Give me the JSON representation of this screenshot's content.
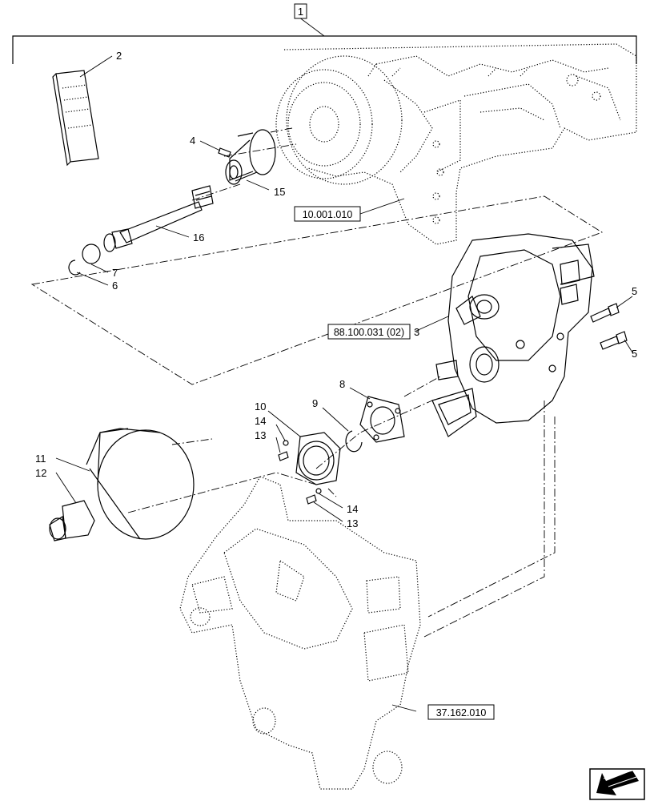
{
  "diagram": {
    "group_label": "1",
    "reference_boxes": {
      "engine": "10.001.010",
      "transmission": "88.100.031 (02)",
      "frame": "37.162.010"
    },
    "callouts": {
      "c2": "2",
      "c4": "4",
      "c15": "15",
      "c16": "16",
      "c7": "7",
      "c6": "6",
      "c3": "3",
      "c5a": "5",
      "c5b": "5",
      "c8": "8",
      "c9": "9",
      "c10": "10",
      "c14a": "14",
      "c13a": "13",
      "c11": "11",
      "c12": "12",
      "c14b": "14",
      "c13b": "13"
    },
    "nav_icon": "previous-page-arrow-icon"
  }
}
